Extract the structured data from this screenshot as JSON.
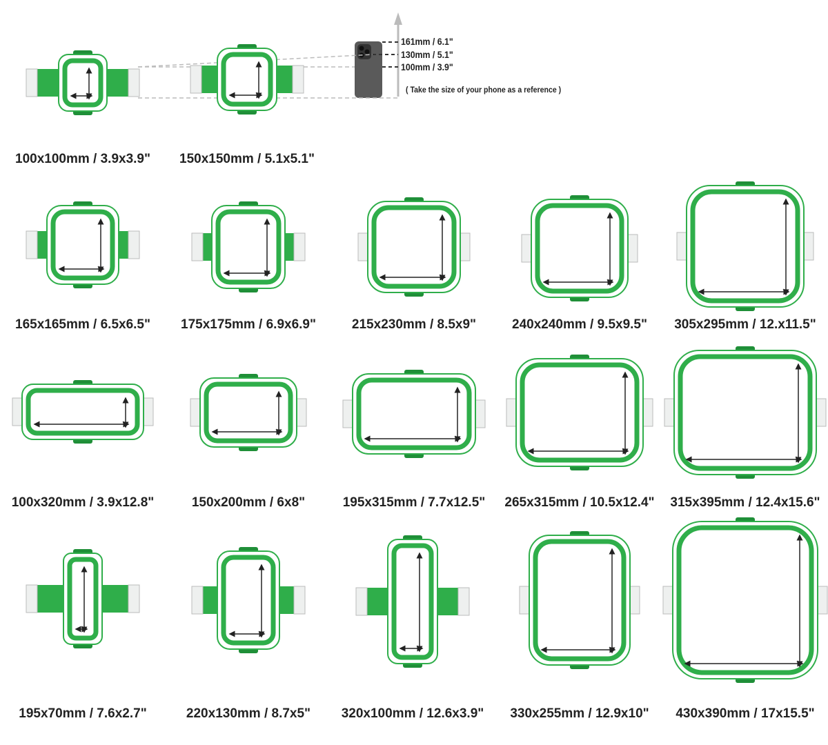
{
  "colors": {
    "hoop_green": "#2fae4a",
    "hoop_dark": "#1f8f38",
    "text": "#222222",
    "arrow": "#222222",
    "guide": "#bbbbbb"
  },
  "phone_reference": {
    "heights": [
      "161mm / 6.1\"",
      "130mm / 5.1\"",
      "100mm / 3.9\""
    ],
    "note": "( Take the size of your phone as a reference )"
  },
  "hoops": [
    {
      "label": "100x100mm / 3.9x3.9\""
    },
    {
      "label": "150x150mm / 5.1x5.1\""
    },
    {
      "label": "165x165mm / 6.5x6.5\""
    },
    {
      "label": "175x175mm / 6.9x6.9\""
    },
    {
      "label": "215x230mm / 8.5x9\""
    },
    {
      "label": "240x240mm / 9.5x9.5\""
    },
    {
      "label": "305x295mm / 12.x11.5\""
    },
    {
      "label": "100x320mm / 3.9x12.8\""
    },
    {
      "label": "150x200mm / 6x8\""
    },
    {
      "label": "195x315mm / 7.7x12.5\""
    },
    {
      "label": "265x315mm / 10.5x12.4\""
    },
    {
      "label": "315x395mm / 12.4x15.6\""
    },
    {
      "label": "195x70mm / 7.6x2.7\""
    },
    {
      "label": "220x130mm / 8.7x5\""
    },
    {
      "label": "320x100mm / 12.6x3.9\""
    },
    {
      "label": "330x255mm / 12.9x10\""
    },
    {
      "label": "430x390mm / 17x15.5\""
    }
  ]
}
